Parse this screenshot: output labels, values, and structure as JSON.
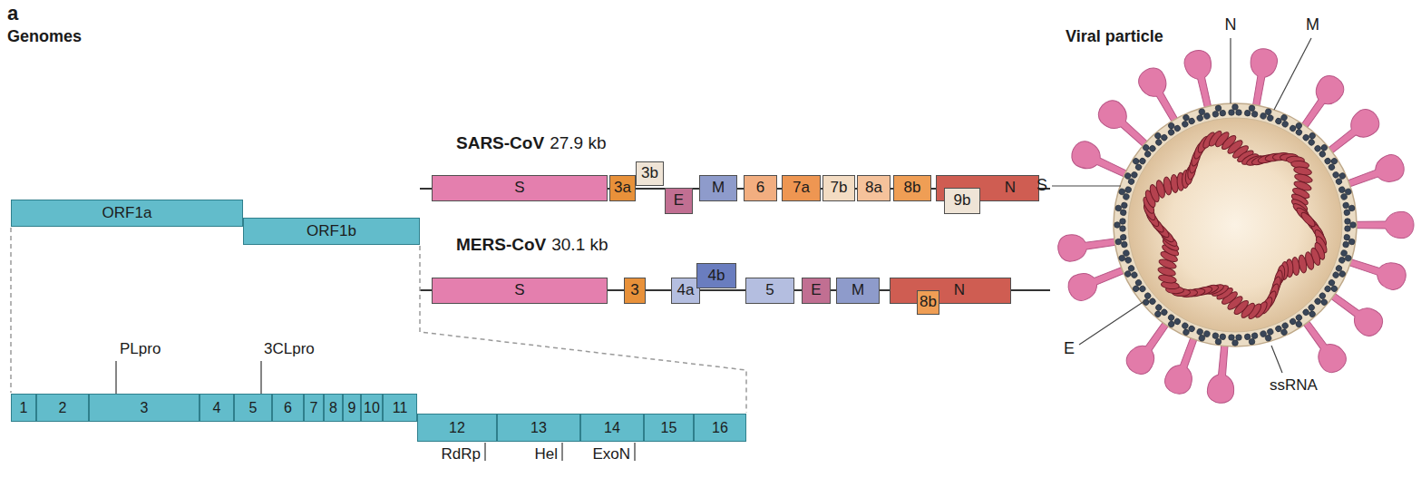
{
  "diagram": {
    "nodes": [
      {
        "text": [
          "S"
        ]
      },
      {
        "text": [
          "3a"
        ]
      },
      {
        "text": [
          "3b"
        ]
      },
      {
        "text": [
          "E"
        ]
      },
      {
        "text": [
          "M"
        ]
      },
      {
        "text": [
          "6"
        ]
      },
      {
        "text": [
          "7a"
        ]
      },
      {
        "text": [
          "7b"
        ]
      },
      {
        "text": [
          "8a"
        ]
      },
      {
        "text": [
          "8b"
        ]
      },
      {
        "text": [
          "N"
        ]
      },
      {
        "text": [
          "9b"
        ]
      },
      {
        "text": [
          "ORF1a"
        ]
      },
      {
        "text": [
          "ORF1b"
        ]
      },
      {
        "text": [
          "S"
        ]
      },
      {
        "text": [
          "3"
        ]
      },
      {
        "text": [
          "4a"
        ]
      },
      {
        "text": [
          "4b"
        ]
      },
      {
        "text": [
          "5"
        ]
      },
      {
        "text": [
          "E"
        ]
      },
      {
        "text": [
          "M"
        ]
      },
      {
        "text": [
          "N"
        ]
      },
      {
        "text": [
          "8b"
        ]
      },
      {
        "text": [
          "1"
        ]
      },
      {
        "text": [
          "2"
        ]
      },
      {
        "text": [
          "3"
        ]
      },
      {
        "text": [
          "4"
        ]
      },
      {
        "text": [
          "5"
        ]
      },
      {
        "text": [
          "6"
        ]
      },
      {
        "text": [
          "7"
        ]
      },
      {
        "text": [
          "8"
        ]
      },
      {
        "text": [
          "9"
        ]
      },
      {
        "text": [
          "10"
        ]
      },
      {
        "text": [
          "11"
        ]
      },
      {
        "text": [
          "12"
        ]
      },
      {
        "text": [
          "13"
        ]
      },
      {
        "text": [
          "14"
        ]
      },
      {
        "text": [
          "15"
        ]
      },
      {
        "text": [
          "16"
        ]
      }
    ],
    "labels": [
      "a",
      "Genomes",
      "SARS-CoV",
      "27.9 kb",
      "MERS-CoV",
      "30.1 kb",
      "PLpro",
      "3CLpro",
      "RdRp",
      "Hel",
      "ExoN",
      "Viral particle",
      "N",
      "M",
      "S",
      "E",
      "ssRNA"
    ]
  }
}
